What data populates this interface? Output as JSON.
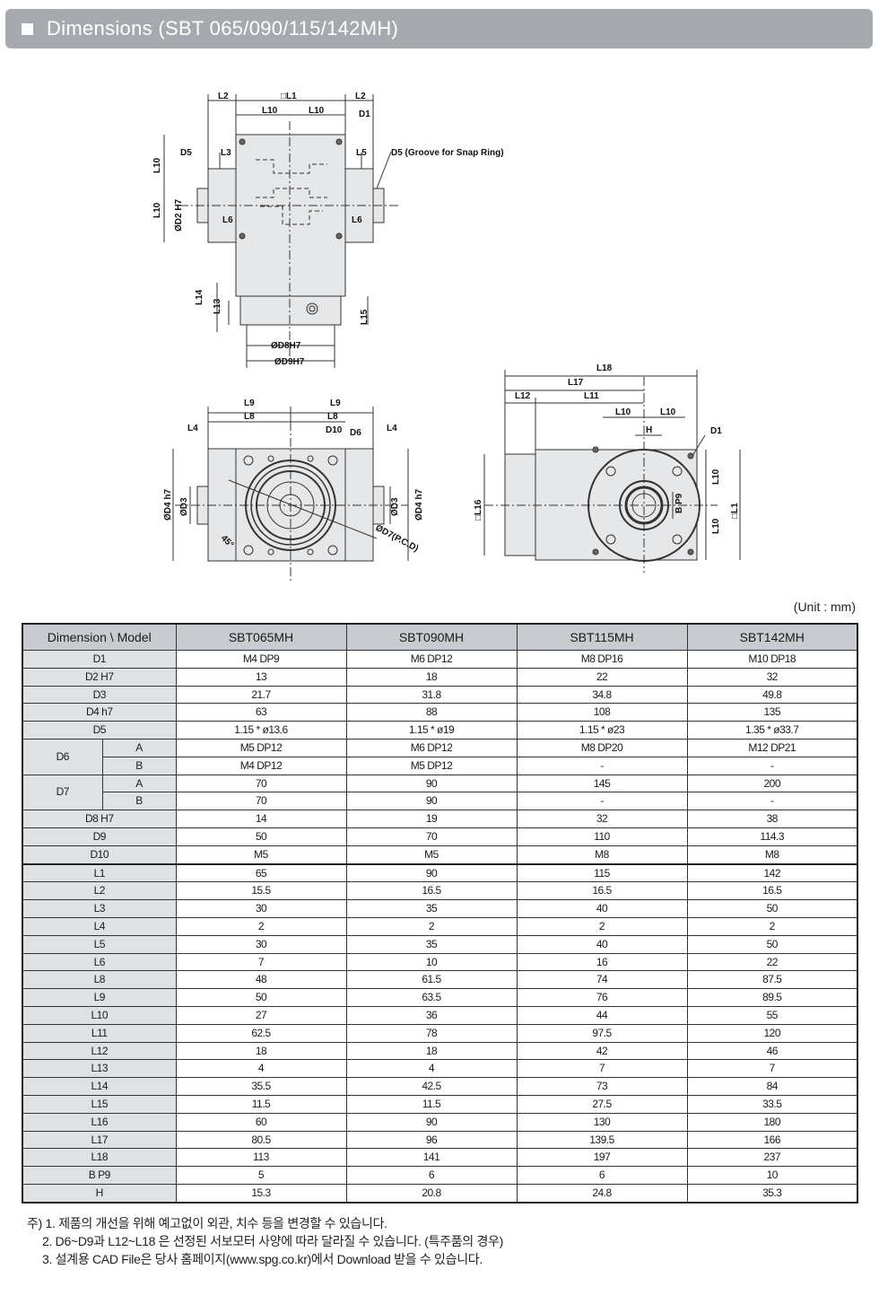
{
  "header": {
    "title": "Dimensions (SBT 065/090/115/142MH)"
  },
  "unit": "(Unit : mm)",
  "drawing_labels": {
    "top_view": [
      "L2",
      "□L1",
      "L2",
      "L10",
      "L10",
      "D1",
      "D5",
      "L3",
      "L5",
      "D5 (Groove for Snap Ring)",
      "L10",
      "L10",
      "ØD2 H7",
      "L6",
      "L6",
      "L14",
      "L13",
      "L15",
      "ØD8H7",
      "ØD9H7"
    ],
    "front_view": [
      "L9",
      "L9",
      "L8",
      "L8",
      "L4",
      "D10",
      "D6",
      "L4",
      "ØD4 h7",
      "ØD3",
      "ØD3",
      "ØD4 h7",
      "45°",
      "ØD7(P.C.D)"
    ],
    "side_view": [
      "L18",
      "L17",
      "L12",
      "L11",
      "L10",
      "L10",
      "H",
      "D1",
      "□L16",
      "B P9",
      "L10",
      "L10",
      "□L1"
    ]
  },
  "table": {
    "headers": [
      "Dimension \\ Model",
      "SBT065MH",
      "SBT090MH",
      "SBT115MH",
      "SBT142MH"
    ],
    "rows": [
      {
        "label": "D1",
        "values": [
          "M4 DP9",
          "M6 DP12",
          "M8 DP16",
          "M10 DP18"
        ]
      },
      {
        "label": "D2 H7",
        "values": [
          "13",
          "18",
          "22",
          "32"
        ]
      },
      {
        "label": "D3",
        "values": [
          "21.7",
          "31.8",
          "34.8",
          "49.8"
        ]
      },
      {
        "label": "D4 h7",
        "values": [
          "63",
          "88",
          "108",
          "135"
        ]
      },
      {
        "label": "D5",
        "values": [
          "1.15 * ø13.6",
          "1.15 * ø19",
          "1.15 * ø23",
          "1.35 * ø33.7"
        ]
      },
      {
        "label": "D6",
        "sub": "A",
        "values": [
          "M5 DP12",
          "M6 DP12",
          "M8 DP20",
          "M12 DP21"
        ]
      },
      {
        "label": "",
        "sub": "B",
        "values": [
          "M4 DP12",
          "M5 DP12",
          "-",
          "-"
        ]
      },
      {
        "label": "D7",
        "sub": "A",
        "values": [
          "70",
          "90",
          "145",
          "200"
        ]
      },
      {
        "label": "",
        "sub": "B",
        "values": [
          "70",
          "90",
          "-",
          "-"
        ]
      },
      {
        "label": "D8 H7",
        "values": [
          "14",
          "19",
          "32",
          "38"
        ]
      },
      {
        "label": "D9",
        "values": [
          "50",
          "70",
          "110",
          "114.3"
        ]
      },
      {
        "label": "D10",
        "values": [
          "M5",
          "M5",
          "M8",
          "M8"
        ]
      },
      {
        "label": "L1",
        "values": [
          "65",
          "90",
          "115",
          "142"
        ]
      },
      {
        "label": "L2",
        "values": [
          "15.5",
          "16.5",
          "16.5",
          "16.5"
        ]
      },
      {
        "label": "L3",
        "values": [
          "30",
          "35",
          "40",
          "50"
        ]
      },
      {
        "label": "L4",
        "values": [
          "2",
          "2",
          "2",
          "2"
        ]
      },
      {
        "label": "L5",
        "values": [
          "30",
          "35",
          "40",
          "50"
        ]
      },
      {
        "label": "L6",
        "values": [
          "7",
          "10",
          "16",
          "22"
        ]
      },
      {
        "label": "L8",
        "values": [
          "48",
          "61.5",
          "74",
          "87.5"
        ]
      },
      {
        "label": "L9",
        "values": [
          "50",
          "63.5",
          "76",
          "89.5"
        ]
      },
      {
        "label": "L10",
        "values": [
          "27",
          "36",
          "44",
          "55"
        ]
      },
      {
        "label": "L11",
        "values": [
          "62.5",
          "78",
          "97.5",
          "120"
        ]
      },
      {
        "label": "L12",
        "values": [
          "18",
          "18",
          "42",
          "46"
        ]
      },
      {
        "label": "L13",
        "values": [
          "4",
          "4",
          "7",
          "7"
        ]
      },
      {
        "label": "L14",
        "values": [
          "35.5",
          "42.5",
          "73",
          "84"
        ]
      },
      {
        "label": "L15",
        "values": [
          "11.5",
          "11.5",
          "27.5",
          "33.5"
        ]
      },
      {
        "label": "L16",
        "values": [
          "60",
          "90",
          "130",
          "180"
        ]
      },
      {
        "label": "L17",
        "values": [
          "80.5",
          "96",
          "139.5",
          "166"
        ]
      },
      {
        "label": "L18",
        "values": [
          "113",
          "141",
          "197",
          "237"
        ]
      },
      {
        "label": "B P9",
        "values": [
          "5",
          "6",
          "6",
          "10"
        ]
      },
      {
        "label": "H",
        "values": [
          "15.3",
          "20.8",
          "24.8",
          "35.3"
        ]
      }
    ]
  },
  "notes": [
    "주) 1. 제품의 개선을 위해 예고없이 외관, 치수 등을 변경할 수 있습니다.",
    "2. D6~D9과 L12~L18 은 선정된 서보모터 사양에 따라 달라질 수 있습니다. (특주품의 경우)",
    "3. 설계용 CAD File은 당사 홈페이지(www.spg.co.kr)에서 Download 받을 수 있습니다."
  ]
}
